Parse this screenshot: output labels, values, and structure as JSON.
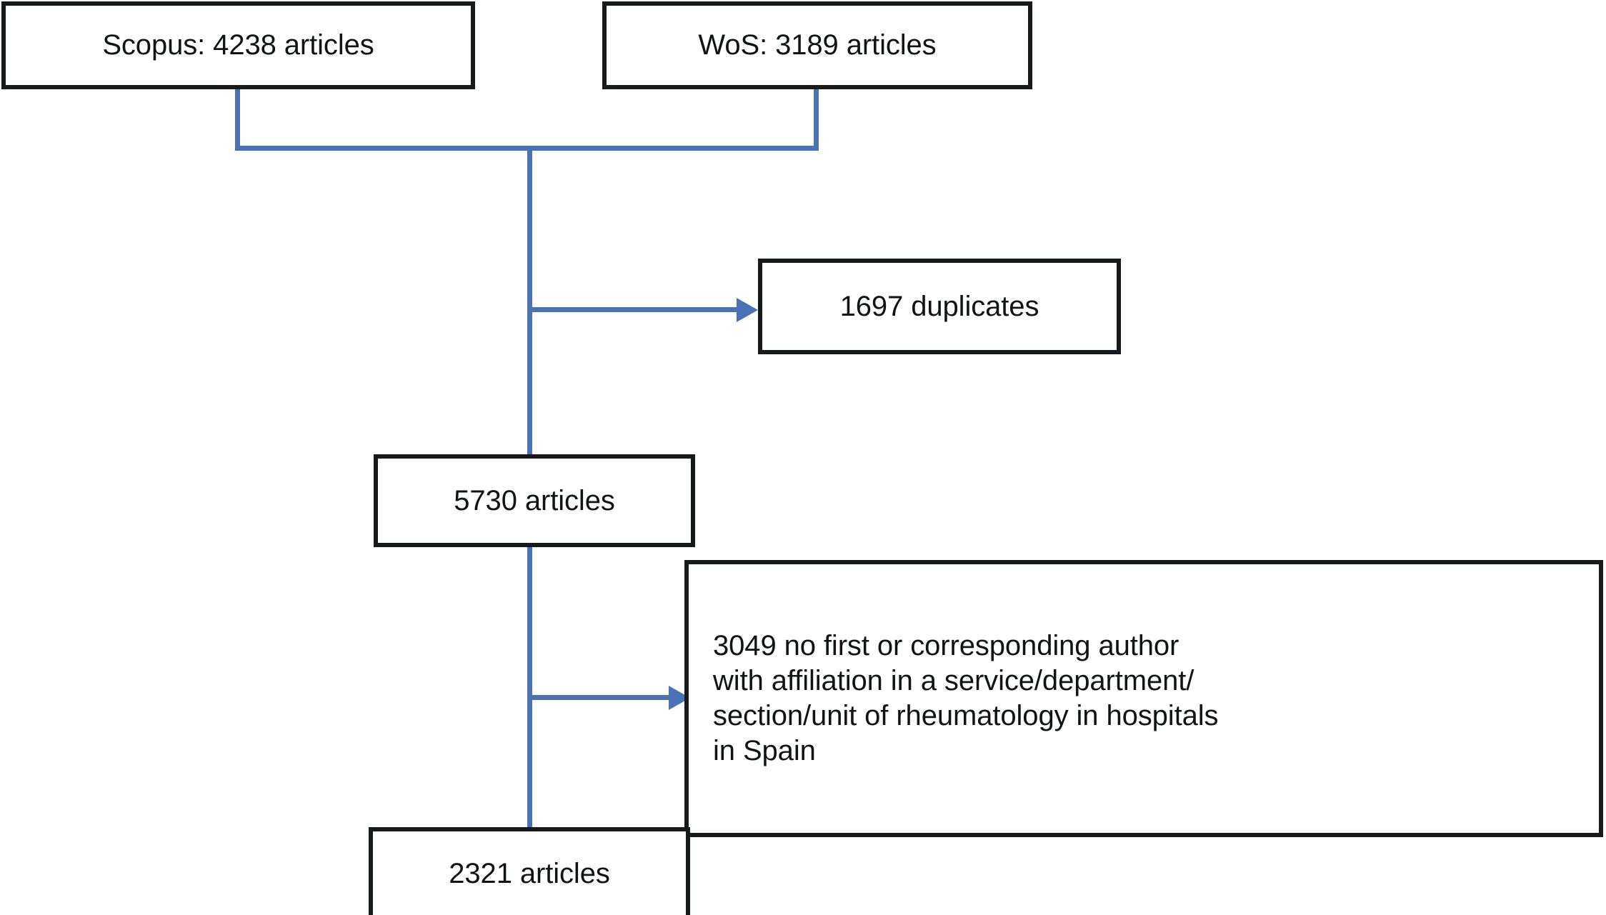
{
  "diagram": {
    "title": "Article selection flow diagram",
    "type": "flowchart",
    "colors": {
      "box_border": "#17191c",
      "connector": "#4a72b4",
      "text": "#111315",
      "background": "#ffffff"
    },
    "nodes": {
      "scopus": {
        "label": "Scopus: 4238 articles",
        "count": 4238,
        "source": "Scopus"
      },
      "wos": {
        "label": "WoS: 3189 articles",
        "count": 3189,
        "source": "WoS"
      },
      "duplicates": {
        "label": "1697 duplicates",
        "count": 1697
      },
      "merged": {
        "label": "5730 articles",
        "count": 5730
      },
      "excluded": {
        "label": "3049 no first or corresponding author\nwith affiliation in a service/department/\nsection/unit of rheumatology in hospitals\nin Spain",
        "count": 3049
      },
      "included": {
        "label": "2321 articles",
        "count": 2321
      }
    },
    "edges": [
      {
        "from": "scopus",
        "to": "merged",
        "kind": "elbow"
      },
      {
        "from": "wos",
        "to": "merged",
        "kind": "elbow"
      },
      {
        "from": "merged",
        "to": "duplicates",
        "kind": "arrow-right"
      },
      {
        "from": "merged",
        "to": "excluded",
        "kind": "arrow-right"
      },
      {
        "from": "merged",
        "to": "included",
        "kind": "straight-down"
      }
    ]
  }
}
